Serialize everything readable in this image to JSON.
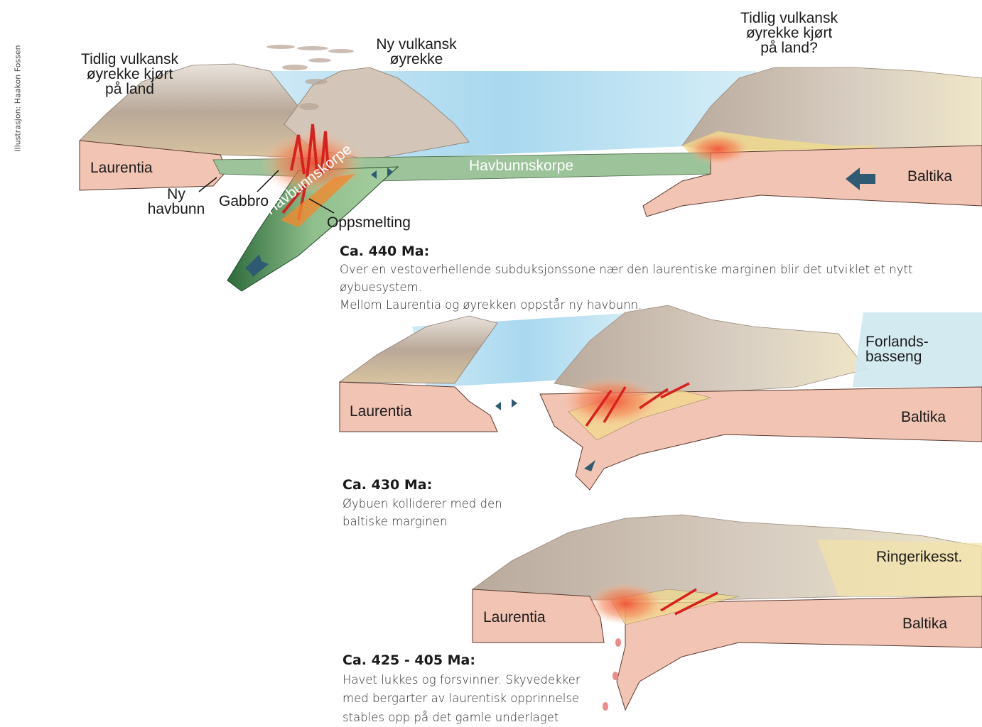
{
  "credit": "Illustrasjon: Haakon Fossen",
  "panel1": {
    "labels": {
      "left_arc_line1": "Tidlig vulkansk",
      "left_arc_line2": "øyrekke kjørt",
      "left_arc_line3": "på land",
      "new_arc_line1": "Ny vulkansk",
      "new_arc_line2": "øyrekke",
      "right_arc_line1": "Tidlig vulkansk",
      "right_arc_line2": "øyrekke kjørt",
      "right_arc_line3": "på land?",
      "laurentia": "Laurentia",
      "baltika": "Baltika",
      "havbunnskorpe_flat": "Havbunnskorpe",
      "havbunnskorpe_slab": "Havbunnskorpe",
      "ny_havbunn_line1": "Ny",
      "ny_havbunn_line2": "havbunn",
      "gabbro": "Gabbro",
      "oppsmelting": "Oppsmelting"
    },
    "caption_title": "Ca. 440 Ma:",
    "caption_line1": "Over en vestoverhellende subduksjonssone nær den laurentiske marginen blir det utviklet et nytt øybuesystem.",
    "caption_line2": "Mellom Laurentia og øyrekken oppstår ny havbunn."
  },
  "panel2": {
    "labels": {
      "laurentia": "Laurentia",
      "baltika": "Baltika",
      "forlands_line1": "Forlands-",
      "forlands_line2": "basseng"
    },
    "caption_title": "Ca. 430 Ma:",
    "caption_line1": "Øybuen kolliderer med den",
    "caption_line2": "baltiske marginen"
  },
  "panel3": {
    "labels": {
      "laurentia": "Laurentia",
      "baltika": "Baltika",
      "ringerike": "Ringerikesst."
    },
    "caption_title": "Ca. 425 - 405 Ma:",
    "caption_line1": "Havet lukkes og forsvinner. Skyvedekker",
    "caption_line2": "med bergarter av laurentisk opprinnelse",
    "caption_line3": "stables opp på det gamle underlaget"
  },
  "colors": {
    "continental_crust": "#f2c4b4",
    "ocean_water": "#bfe3f2",
    "ocean_deep": "#8fc9e8",
    "oceanic_crust": "#9cc39a",
    "oceanic_dark": "#2e6e3e",
    "mountains": "#b8a898",
    "melt_red": "#e0242a",
    "melt_orange": "#f07a3a",
    "sediment_yellow": "#f2dc8c",
    "arrow_blue": "#2f5a73"
  }
}
